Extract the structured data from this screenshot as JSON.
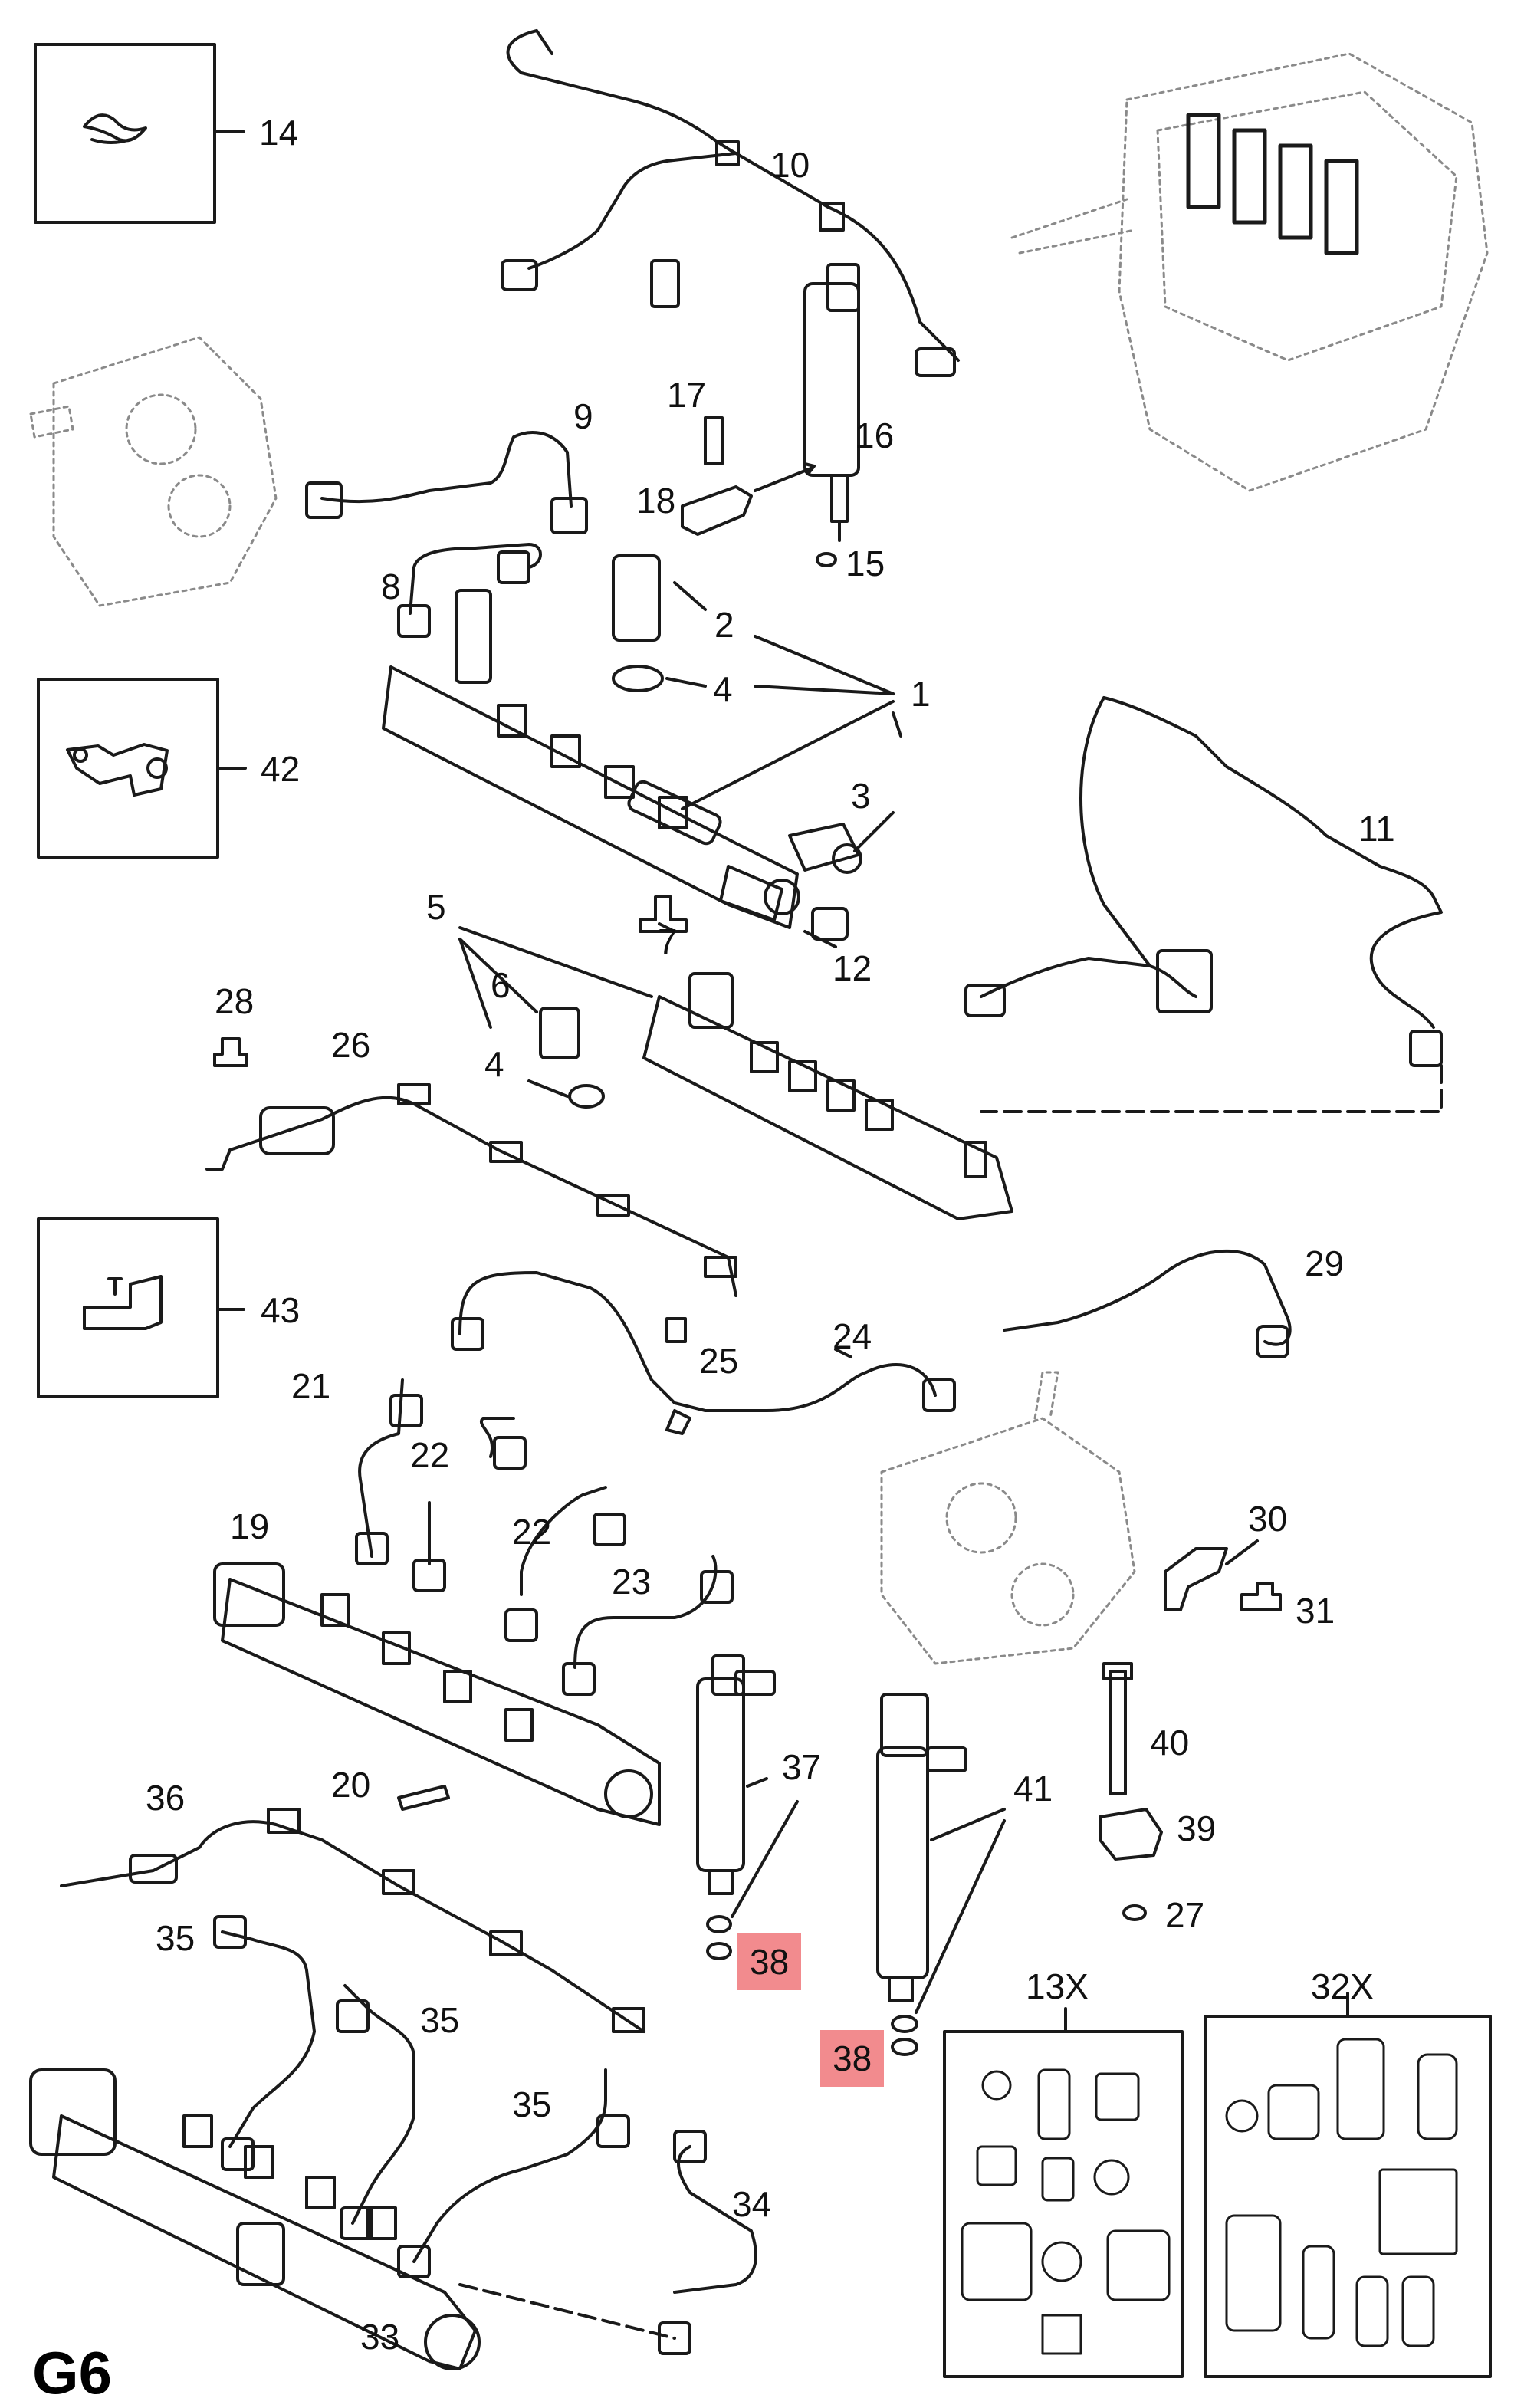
{
  "page": {
    "id": "G6"
  },
  "colors": {
    "line": "#1a1a1a",
    "ghost": "#9a9a9a",
    "highlight": "#f28b8e"
  },
  "callouts": {
    "c1": "1",
    "c2": "2",
    "c3": "3",
    "c4a": "4",
    "c4b": "4",
    "c5": "5",
    "c6": "6",
    "c7": "7",
    "c8": "8",
    "c9": "9",
    "c10": "10",
    "c11": "11",
    "c12": "12",
    "c13x": "13X",
    "c14": "14",
    "c15": "15",
    "c16": "16",
    "c17": "17",
    "c18": "18",
    "c19": "19",
    "c20": "20",
    "c21": "21",
    "c22a": "22",
    "c22b": "22",
    "c23": "23",
    "c24": "24",
    "c25": "25",
    "c26": "26",
    "c27": "27",
    "c28": "28",
    "c29": "29",
    "c30": "30",
    "c31": "31",
    "c32x": "32X",
    "c33": "33",
    "c34": "34",
    "c35a": "35",
    "c35b": "35",
    "c35c": "35",
    "c36": "36",
    "c37": "37",
    "c38a": "38",
    "c38b": "38",
    "c39": "39",
    "c40": "40",
    "c41": "41",
    "c42": "42",
    "c43": "43"
  }
}
